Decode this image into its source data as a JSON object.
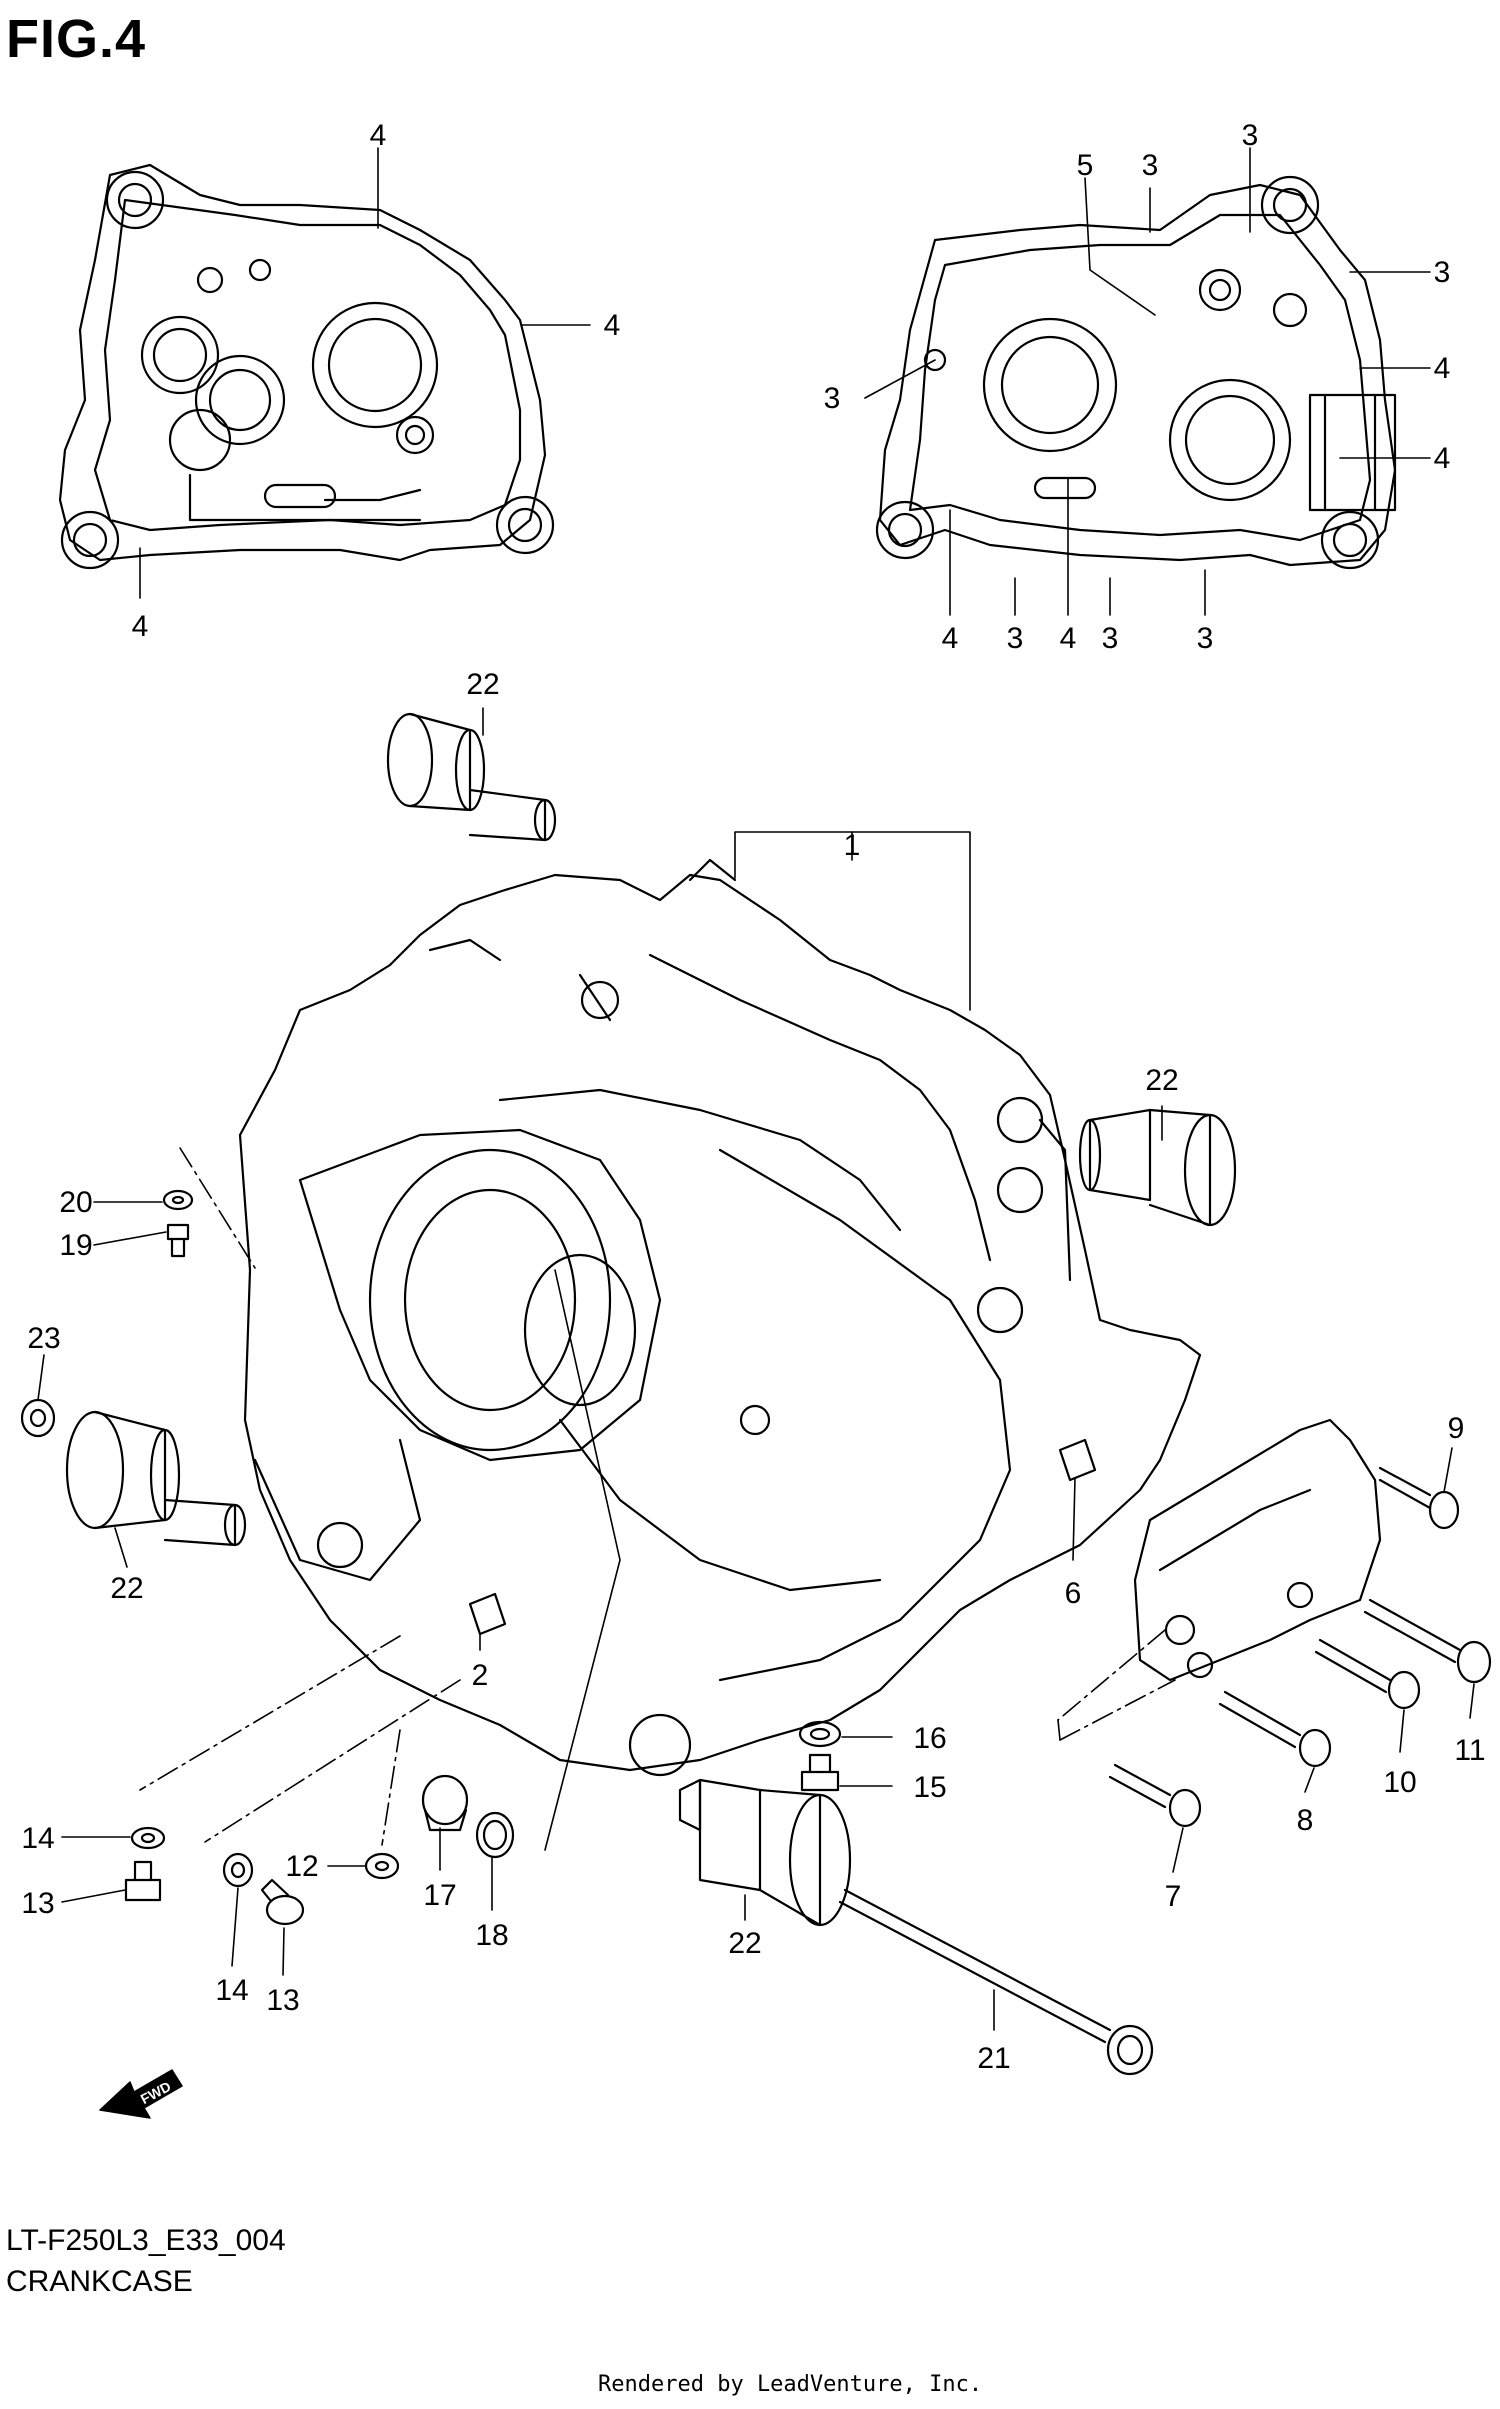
{
  "figure": {
    "title": "FIG.4",
    "code": "LT-F250L3_E33_004",
    "name": "CRANKCASE",
    "credit": "Rendered by LeadVenture, Inc."
  },
  "fwd_badge": "FWD",
  "callouts": [
    {
      "id": "c-4-tl",
      "label": "4"
    },
    {
      "id": "c-4-tl2",
      "label": "4"
    },
    {
      "id": "c-4-tl3",
      "label": "4"
    },
    {
      "id": "c-5",
      "label": "5"
    },
    {
      "id": "c-3-a",
      "label": "3"
    },
    {
      "id": "c-3-b",
      "label": "3"
    },
    {
      "id": "c-3-c",
      "label": "3"
    },
    {
      "id": "c-4-r1",
      "label": "4"
    },
    {
      "id": "c-3-d",
      "label": "3"
    },
    {
      "id": "c-4-r2",
      "label": "4"
    },
    {
      "id": "c-4-b1",
      "label": "4"
    },
    {
      "id": "c-3-b1",
      "label": "3"
    },
    {
      "id": "c-4-b2",
      "label": "4"
    },
    {
      "id": "c-3-b2",
      "label": "3"
    },
    {
      "id": "c-3-b3",
      "label": "3"
    },
    {
      "id": "c-22-top",
      "label": "22"
    },
    {
      "id": "c-1",
      "label": "1"
    },
    {
      "id": "c-22-right",
      "label": "22"
    },
    {
      "id": "c-20",
      "label": "20"
    },
    {
      "id": "c-19",
      "label": "19"
    },
    {
      "id": "c-23",
      "label": "23"
    },
    {
      "id": "c-22-left",
      "label": "22"
    },
    {
      "id": "c-9",
      "label": "9"
    },
    {
      "id": "c-6",
      "label": "6"
    },
    {
      "id": "c-2",
      "label": "2"
    },
    {
      "id": "c-11",
      "label": "11"
    },
    {
      "id": "c-10",
      "label": "10"
    },
    {
      "id": "c-16",
      "label": "16"
    },
    {
      "id": "c-15",
      "label": "15"
    },
    {
      "id": "c-8",
      "label": "8"
    },
    {
      "id": "c-14-a",
      "label": "14"
    },
    {
      "id": "c-13-a",
      "label": "13"
    },
    {
      "id": "c-12",
      "label": "12"
    },
    {
      "id": "c-17",
      "label": "17"
    },
    {
      "id": "c-18",
      "label": "18"
    },
    {
      "id": "c-7",
      "label": "7"
    },
    {
      "id": "c-22-bottom",
      "label": "22"
    },
    {
      "id": "c-14-b",
      "label": "14"
    },
    {
      "id": "c-13-b",
      "label": "13"
    },
    {
      "id": "c-21",
      "label": "21"
    }
  ]
}
